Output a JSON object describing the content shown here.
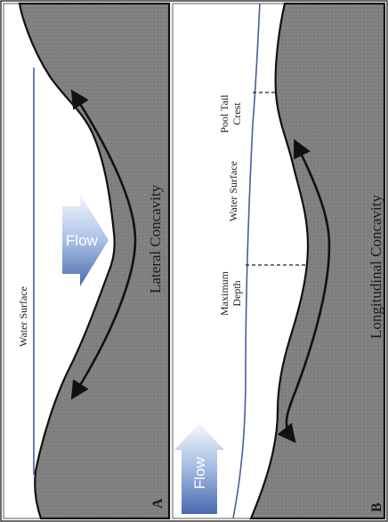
{
  "panel_a": {
    "letter": "A",
    "water_surface_label": "Water Surface",
    "flow_label": "Flow",
    "concavity_label": "Lateral Concavity"
  },
  "panel_b": {
    "letter": "B",
    "flow_label": "Flow",
    "maximum_depth_label_line1": "Maximum",
    "maximum_depth_label_line2": "Depth",
    "water_surface_label": "Water Surface",
    "pool_tail_crest_line1": "Pool Tail",
    "pool_tail_crest_line2": "Crest",
    "concavity_label": "Longitudinal Concavity"
  },
  "colors": {
    "bed": "#7d7d7d",
    "bed_outline": "#111111",
    "water_line": "#4a5f9a",
    "flow_arrow_dark": "#4f6fb0",
    "flow_arrow_light": "#eef2fa",
    "frame": "#444444"
  }
}
